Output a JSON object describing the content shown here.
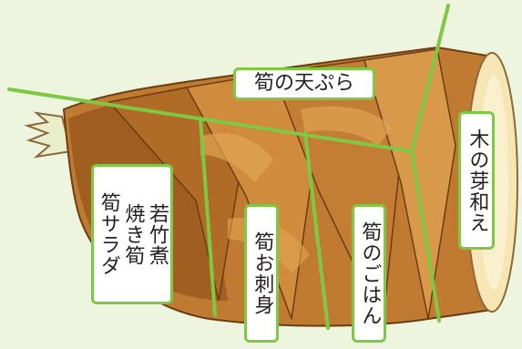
{
  "colors": {
    "background": "#edf5df",
    "label_border": "#7ec843",
    "cut_line": "#7ec843",
    "husk_dark": "#9a5a1e",
    "husk_mid": "#c17a31",
    "husk_light": "#e0a552",
    "cross_section": "#f6e6b6",
    "tip": "#e7eec9"
  },
  "labels": {
    "tempura": "筍の天ぷら",
    "kinome": "木の芽和え",
    "wakatake": "若竹煮",
    "yakitake": "焼き筍",
    "salad": "筍サラダ",
    "sashimi": "筍お刺身",
    "gohan": "筍のごはん"
  }
}
